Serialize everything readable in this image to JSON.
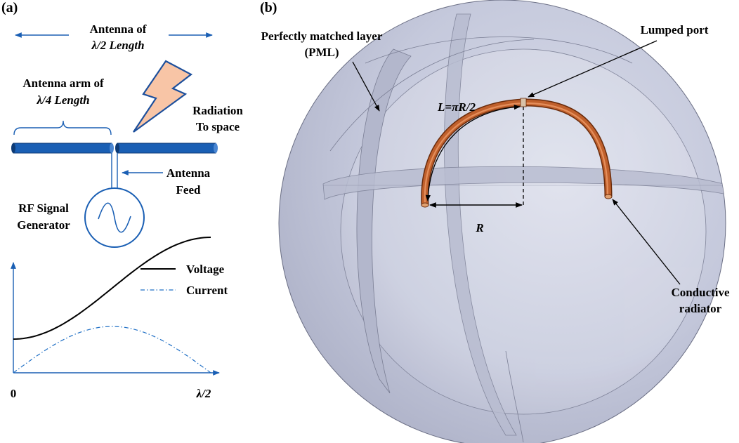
{
  "panel_a": {
    "label": "(a)",
    "antenna_title_line1": "Antenna of",
    "antenna_title_line2": "λ/2 Length",
    "arm_line1": "Antenna arm of",
    "arm_line2": "λ/4 Length",
    "radiation_line1": "Radiation",
    "radiation_line2": "To space",
    "feed_line1": "Antenna",
    "feed_line2": "Feed",
    "generator_line1": "RF Signal",
    "generator_line2": "Generator",
    "legend_voltage": "Voltage",
    "legend_current": "Current",
    "axis_origin": "0",
    "axis_end": "λ/2",
    "colors": {
      "antenna_blue": "#1a5fb4",
      "bolt_fill": "#f8c5a6",
      "bolt_stroke": "#1c4f9c",
      "voltage": "#000000",
      "current": "#1f6fc5"
    }
  },
  "panel_b": {
    "label": "(b)",
    "pml_line1": "Perfectly matched layer",
    "pml_line2": "(PML)",
    "lumped_port": "Lumped port",
    "length_eq": "L=πR/2",
    "radius": "R",
    "radiator_line1": "Conductive",
    "radiator_line2": "radiator",
    "colors": {
      "sphere": "#c4c8dc",
      "radiator": "#b85a2a"
    }
  }
}
